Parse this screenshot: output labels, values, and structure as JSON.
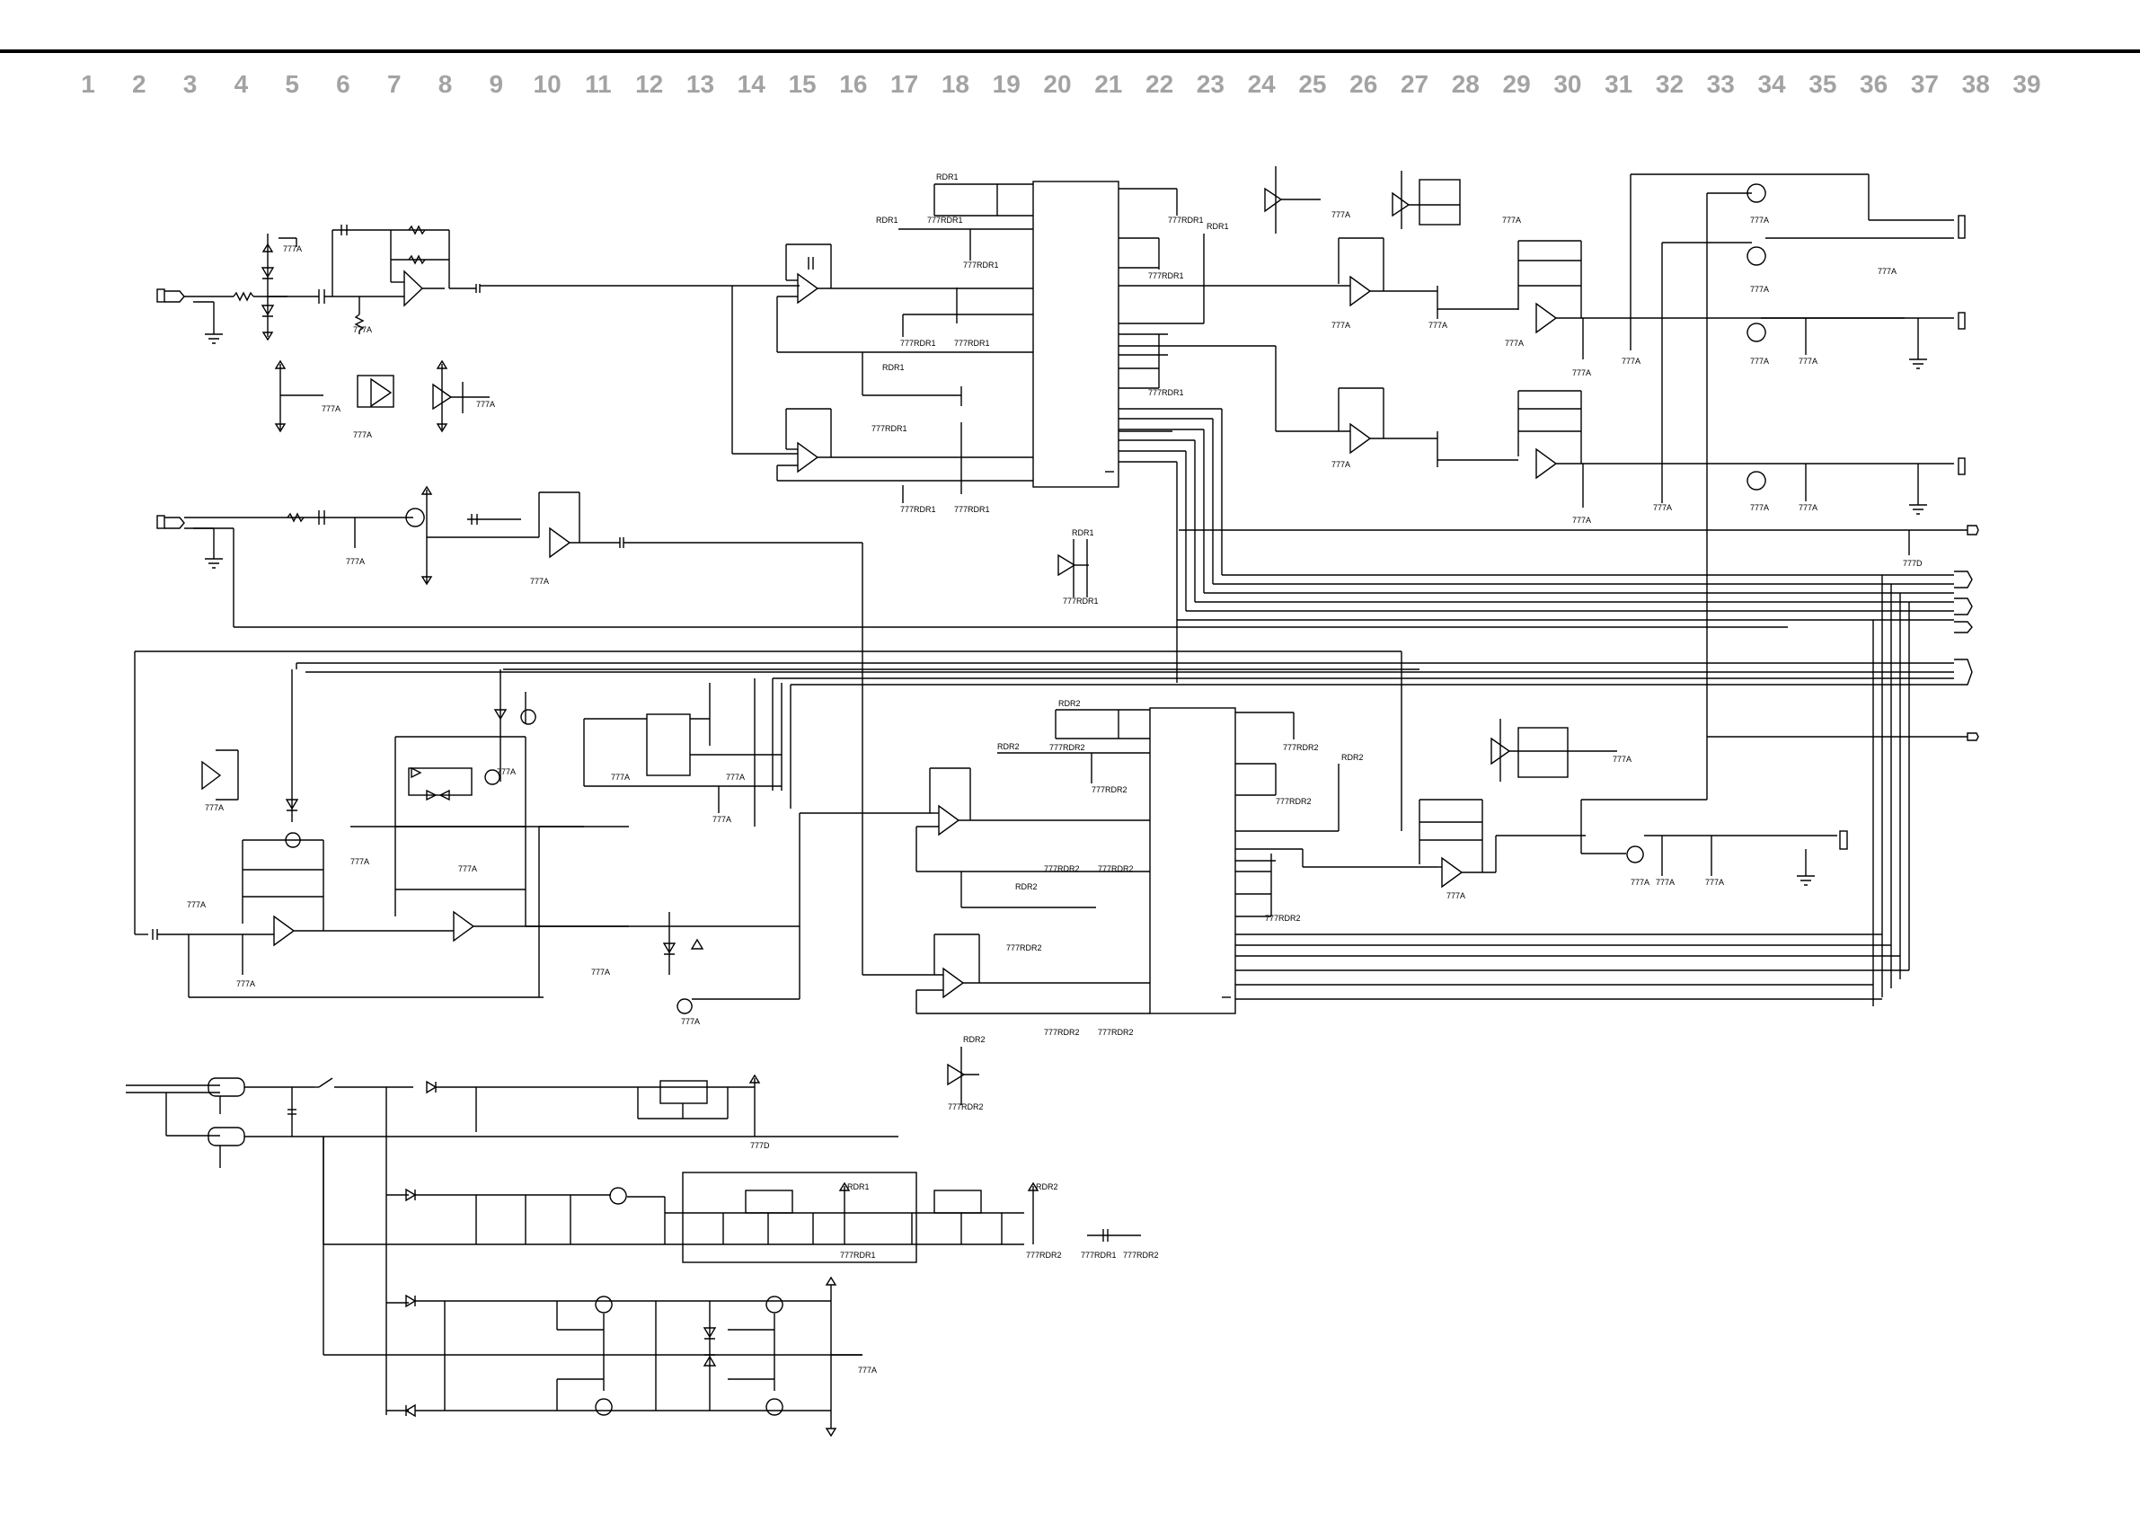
{
  "ruler": {
    "columns": [
      "1",
      "2",
      "3",
      "4",
      "5",
      "6",
      "7",
      "8",
      "9",
      "10",
      "11",
      "12",
      "13",
      "14",
      "15",
      "16",
      "17",
      "18",
      "19",
      "20",
      "21",
      "22",
      "23",
      "24",
      "25",
      "26",
      "27",
      "28",
      "29",
      "30",
      "31",
      "32",
      "33",
      "34",
      "35",
      "36",
      "37",
      "38",
      "39"
    ]
  },
  "labels": {
    "ground_a": "777A",
    "ground_d": "777D",
    "ground_rdr1": "777RDR1",
    "ground_rdr2": "777RDR2",
    "rail_rdr1": "RDR1",
    "rail_rdr2": "RDR2"
  },
  "colors": {
    "wire": "#000000",
    "ruler_text": "#a3a3a3"
  }
}
